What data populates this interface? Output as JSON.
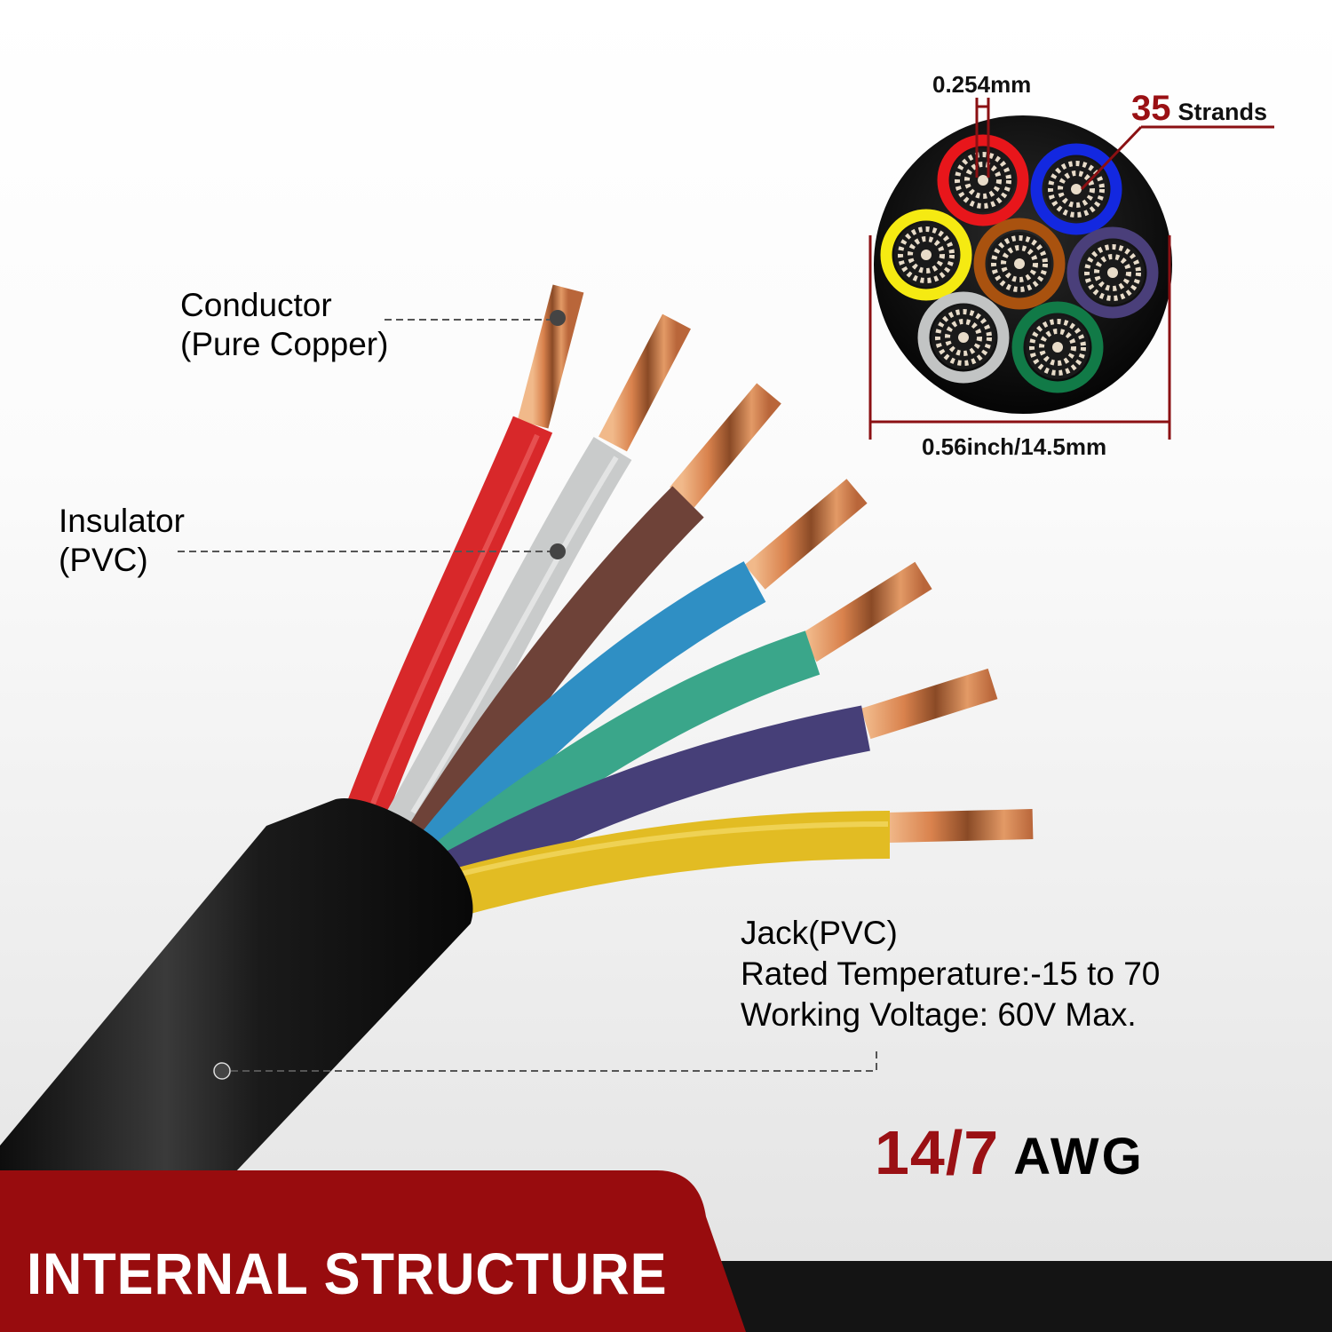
{
  "labels": {
    "conductor": {
      "line1": "Conductor",
      "line2": "(Pure Copper)"
    },
    "insulator": {
      "line1": "Insulator",
      "line2": "(PVC)"
    },
    "jacket": {
      "line1": "Jack(PVC)",
      "line2": "Rated Temperature:-15  to 70",
      "line3": "Working Voltage: 60V Max."
    }
  },
  "awg": {
    "number": "14/7",
    "unit": "AWG"
  },
  "cross_section": {
    "strand_diameter": "0.254mm",
    "strand_count": "35",
    "strand_label": "Strands",
    "cable_diameter": "0.56inch/14.5mm",
    "core_colors": [
      "#e8161b",
      "#1328e0",
      "#f5ea12",
      "#a9520f",
      "#4a3f7a",
      "#c2c4c4",
      "#117a47"
    ]
  },
  "wires": [
    {
      "name": "red",
      "color": "#d8282a"
    },
    {
      "name": "white",
      "color": "#c9cbcb"
    },
    {
      "name": "brown",
      "color": "#6e4238"
    },
    {
      "name": "blue",
      "color": "#2f8fc4"
    },
    {
      "name": "green",
      "color": "#3aa68a"
    },
    {
      "name": "purple",
      "color": "#463f78"
    },
    {
      "name": "yellow",
      "color": "#e2bc23"
    }
  ],
  "banner": {
    "title": "INTERNAL STRUCTURE",
    "color": "#980c0e",
    "band_color": "#141414"
  },
  "colors": {
    "accent": "#980c0e",
    "copper": "#d98a55",
    "jacket": "#1c1c1c"
  }
}
